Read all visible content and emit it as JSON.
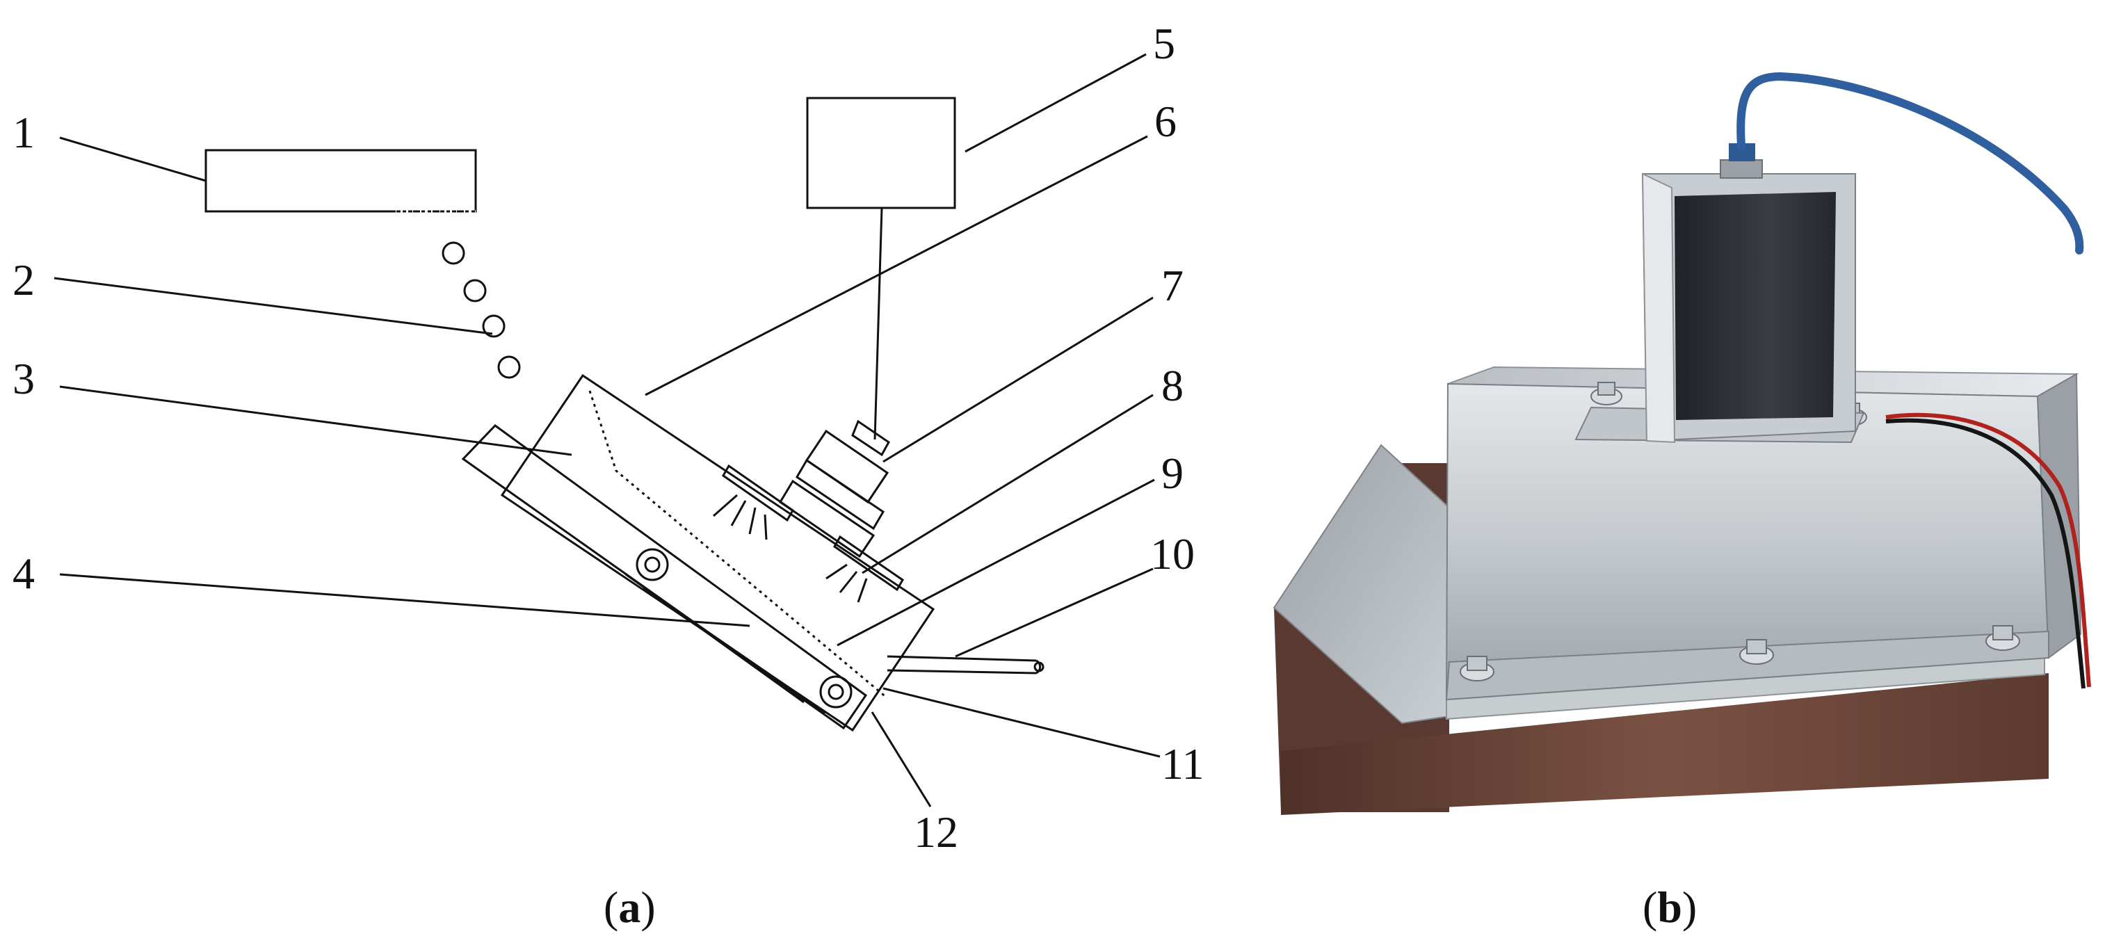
{
  "panel_a": {
    "callouts": [
      "1",
      "2",
      "3",
      "4",
      "5",
      "6",
      "7",
      "8",
      "9",
      "10",
      "11",
      "12"
    ],
    "caption": {
      "open": "(",
      "letter": "a",
      "close": ")"
    }
  },
  "panel_b": {
    "caption": {
      "open": "(",
      "letter": "b",
      "close": ")"
    }
  },
  "colors": {
    "line": "#111111",
    "cable_blue": "#2f5f9e",
    "wire_red": "#b0221e",
    "wire_black": "#151515",
    "steel_light": "#d6d9dc",
    "steel_mid": "#a9aeb3",
    "steel_dark": "#6f757b",
    "copper": "#6b4538",
    "sensor_face": "#2c2f33"
  }
}
